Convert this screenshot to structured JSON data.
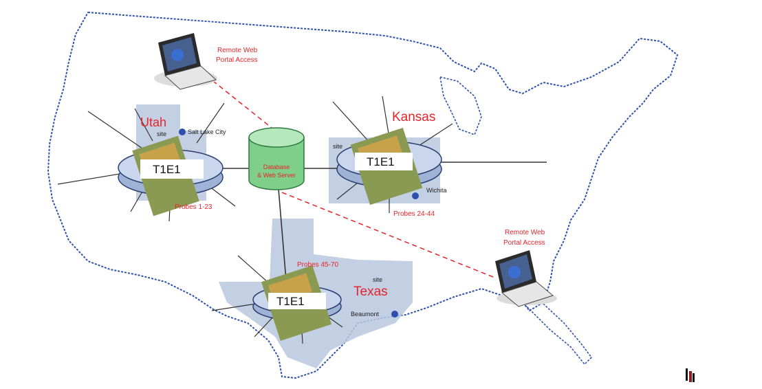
{
  "states": {
    "utah": "Utah",
    "kansas": "Kansas",
    "texas": "Texas"
  },
  "cities": {
    "salt_lake": "Salt Lake City",
    "wichita": "Wichita",
    "beaumont": "Beaumont"
  },
  "site_label": "site",
  "hubs": {
    "utah": {
      "label": "T1E1",
      "probes": "Probes 1-23"
    },
    "kansas": {
      "label": "T1E1",
      "probes": "Probes 24-44"
    },
    "texas": {
      "label": "T1E1",
      "probes": "Probes 45-70"
    }
  },
  "server": {
    "line1": "Database",
    "line2": "& Web Server"
  },
  "remote": {
    "line1": "Remote Web",
    "line2": "Portal Access"
  },
  "colors": {
    "map_outline": "#2e4fae",
    "state_fill": "#b9c7de",
    "hub_fill": "#c9d6ee",
    "server_fill": "#7fcf8a",
    "accent_red": "#e8232a"
  },
  "icons": {
    "laptop": "laptop-icon",
    "server": "database-cylinder-icon",
    "probe_card": "network-card-icon",
    "city": "city-dot-icon"
  }
}
